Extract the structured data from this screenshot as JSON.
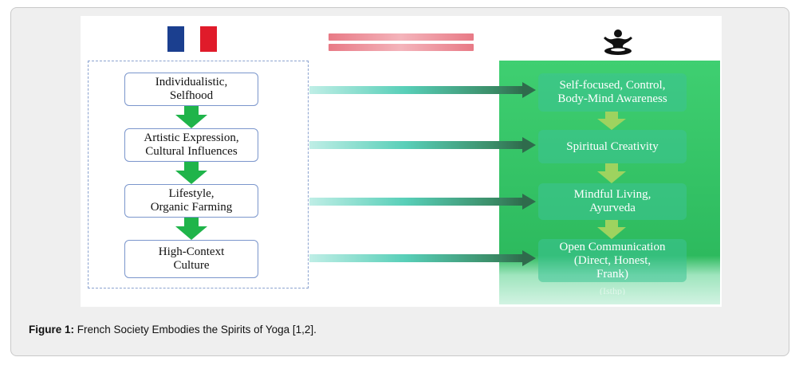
{
  "diagram": {
    "left_column": [
      {
        "label": "Individualistic,\nSelfhood"
      },
      {
        "label": "Artistic Expression,\nCultural Influences"
      },
      {
        "label": "Lifestyle,\nOrganic Farming"
      },
      {
        "label": "High-Context\nCulture"
      }
    ],
    "right_column": [
      {
        "label": "Self-focused, Control,\nBody-Mind Awareness"
      },
      {
        "label": "Spiritual Creativity"
      },
      {
        "label": "Mindful Living,\nAyurveda"
      },
      {
        "label": "Open Communication\n(Direct, Honest,\nFrank)"
      }
    ],
    "faint_label": "(Isthp)",
    "colors": {
      "flag_blue": "#1b3f8f",
      "flag_white": "#ffffff",
      "flag_red": "#e01b2a",
      "green_panel": "#2dba5e",
      "down_arrow_left": "#1fb44a",
      "down_arrow_right": "#9ed35f",
      "horizontal_arrow": "#3fc9b0"
    },
    "icons": [
      "france-flag-icon",
      "yoga-meditation-icon"
    ]
  },
  "caption": {
    "label": "Figure 1:",
    "text": " French Society Embodies the Spirits of Yoga [1,2]."
  }
}
